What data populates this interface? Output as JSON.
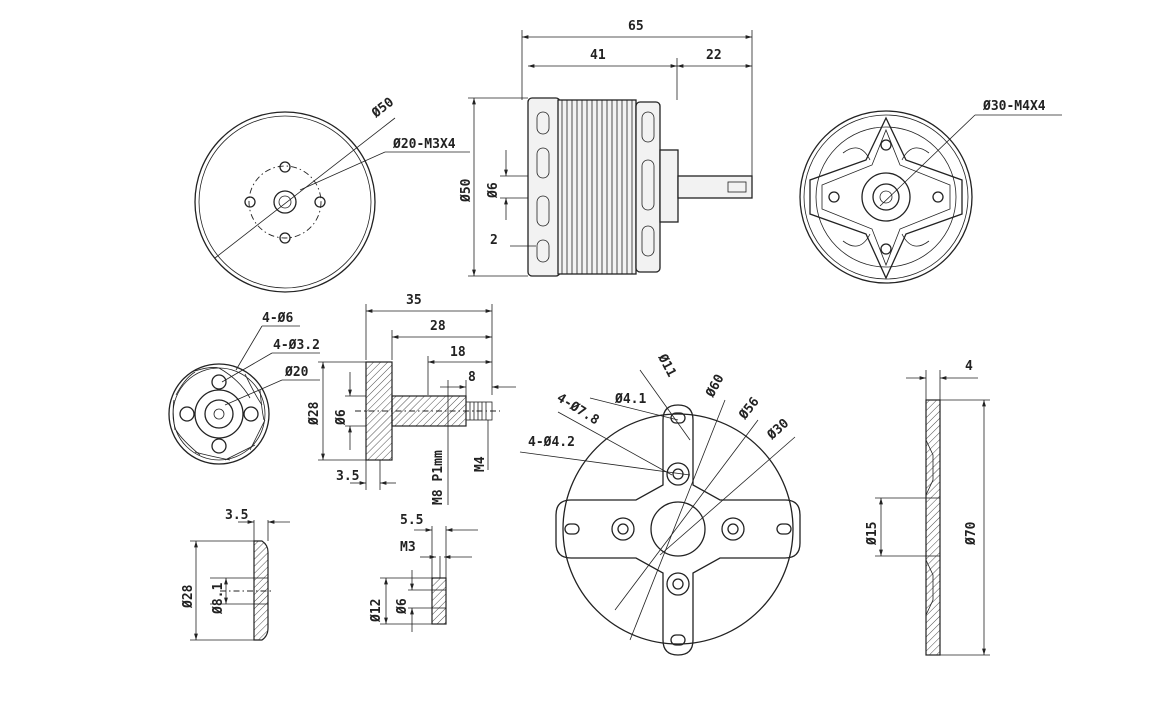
{
  "views": {
    "front_left": {
      "d_outer": "Ø50",
      "d_bolt": "Ø20-M3X4"
    },
    "side": {
      "total": "65",
      "body": "41",
      "shaft": "22",
      "d_body": "Ø50",
      "d_shaft": "Ø6",
      "step": "2"
    },
    "rear": {
      "d_bolt": "Ø30-M4X4"
    },
    "prop_adapter_face": {
      "holes_big": "4-Ø6",
      "holes_small": "4-Ø3.2",
      "pcd": "Ø20"
    },
    "prop_adapter_side": {
      "len": "35",
      "l2": "28",
      "l3": "18",
      "l4": "8",
      "d28": "Ø28",
      "d6": "Ø6",
      "flange": "3.5",
      "thread": "M8 P1mm",
      "m4": "M4"
    },
    "collar": {
      "t": "3.5",
      "d_out": "Ø28",
      "d_in": "Ø8.1"
    },
    "screw": {
      "len": "5.5",
      "thread": "M3",
      "d_head": "Ø12",
      "d_in": "Ø6"
    },
    "mount": {
      "d11": "Ø11",
      "d41": "Ø4.1",
      "h78": "4-Ø7.8",
      "h42": "4-Ø4.2",
      "d60": "Ø60",
      "d56": "Ø56",
      "d30": "Ø30"
    },
    "mount_side": {
      "t": "4",
      "d15": "Ø15",
      "d70": "Ø70"
    }
  }
}
